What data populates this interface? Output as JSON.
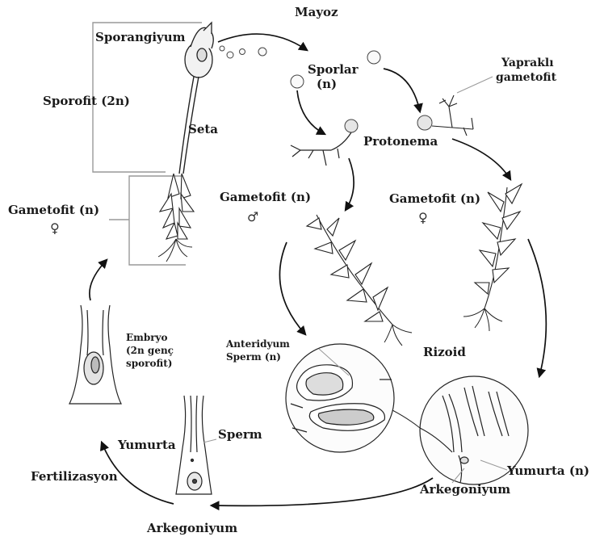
{
  "labels": {
    "mayoz": "Mayoz",
    "sporangiyum": "Sporangiyum",
    "sporlar": "Sporlar",
    "sporlar_n": "(n)",
    "yaprakli_1": "Yapraklı",
    "yaprakli_2": "gametofit",
    "sporofit": "Sporofit (2n)",
    "seta": "Seta",
    "protonema": "Protonema",
    "gametofit_left": "Gametofit (n)",
    "gametofit_mid": "Gametofit (n)",
    "gametofit_right": "Gametofit (n)",
    "rizoid": "Rizoid",
    "anteridyum_1": "Anteridyum",
    "anteridyum_2": "Sperm (n)",
    "embryo_1": "Embryo",
    "embryo_2": "(2n genç",
    "embryo_3": "sporofit)",
    "sperm": "Sperm",
    "yumurta": "Yumurta",
    "yumurta_n": "Yumurta (n)",
    "fertilizasyon": "Fertilizasyon",
    "arkegoniyum_right": "Arkegoniyum",
    "arkegoniyum_bottom": "Arkegoniyum"
  },
  "symbols": {
    "female": "♀",
    "male": "♂"
  },
  "icons": [
    "sporangium-capsule-icon",
    "spore-icon",
    "protonema-icon",
    "gametophyte-plant-icon",
    "rhizoid-icon",
    "antheridium-section-icon",
    "archegonium-section-icon",
    "embryo-icon",
    "cycle-arrow-icon"
  ]
}
